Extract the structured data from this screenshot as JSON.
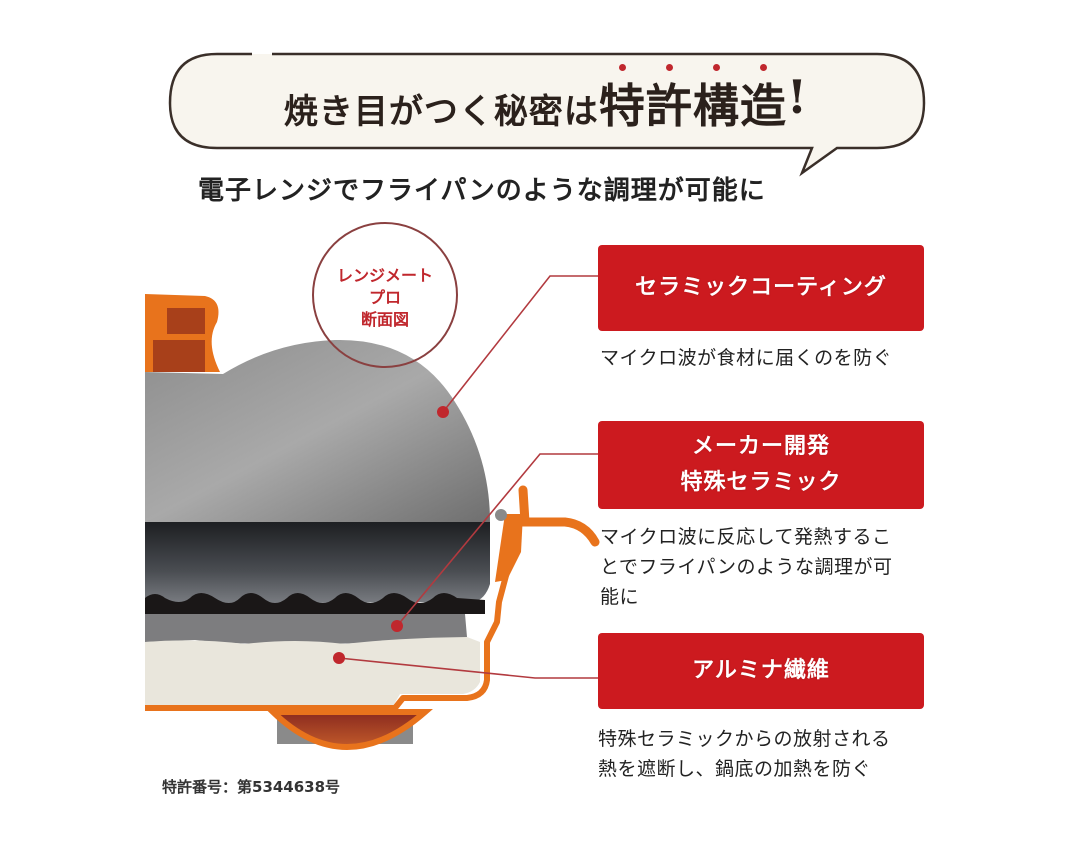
{
  "headline": {
    "prefix": "焼き目がつく秘密は",
    "emphasis_chars": [
      "特",
      "許",
      "構",
      "造",
      "!"
    ],
    "dotted": [
      true,
      true,
      true,
      true,
      false
    ]
  },
  "subheadline": "電子レンジでフライパンのような調理が可能に",
  "diagram": {
    "circle_label": [
      "レンジメート",
      "プロ",
      "断面図"
    ]
  },
  "callouts": [
    {
      "title": [
        "セラミックコーティング"
      ],
      "description": [
        "マイクロ波が食材に届くのを防ぐ"
      ]
    },
    {
      "title": [
        "メーカー開発",
        "特殊セラミック"
      ],
      "description": [
        "マイクロ波に反応して発熱するこ",
        "とでフライパンのような調理が可",
        "能に"
      ]
    },
    {
      "title": [
        "アルミナ繊維"
      ],
      "description": [
        "特殊セラミックからの放射される",
        "熱を遮断し、鍋底の加熱を防ぐ"
      ]
    }
  ],
  "patent_note": "特許番号：第5344638号",
  "colors": {
    "accent_red": "#cc1a1f",
    "pot_orange": "#e8731c",
    "bubble_fill": "#f8f5ee",
    "text_dark": "#2b211c"
  }
}
